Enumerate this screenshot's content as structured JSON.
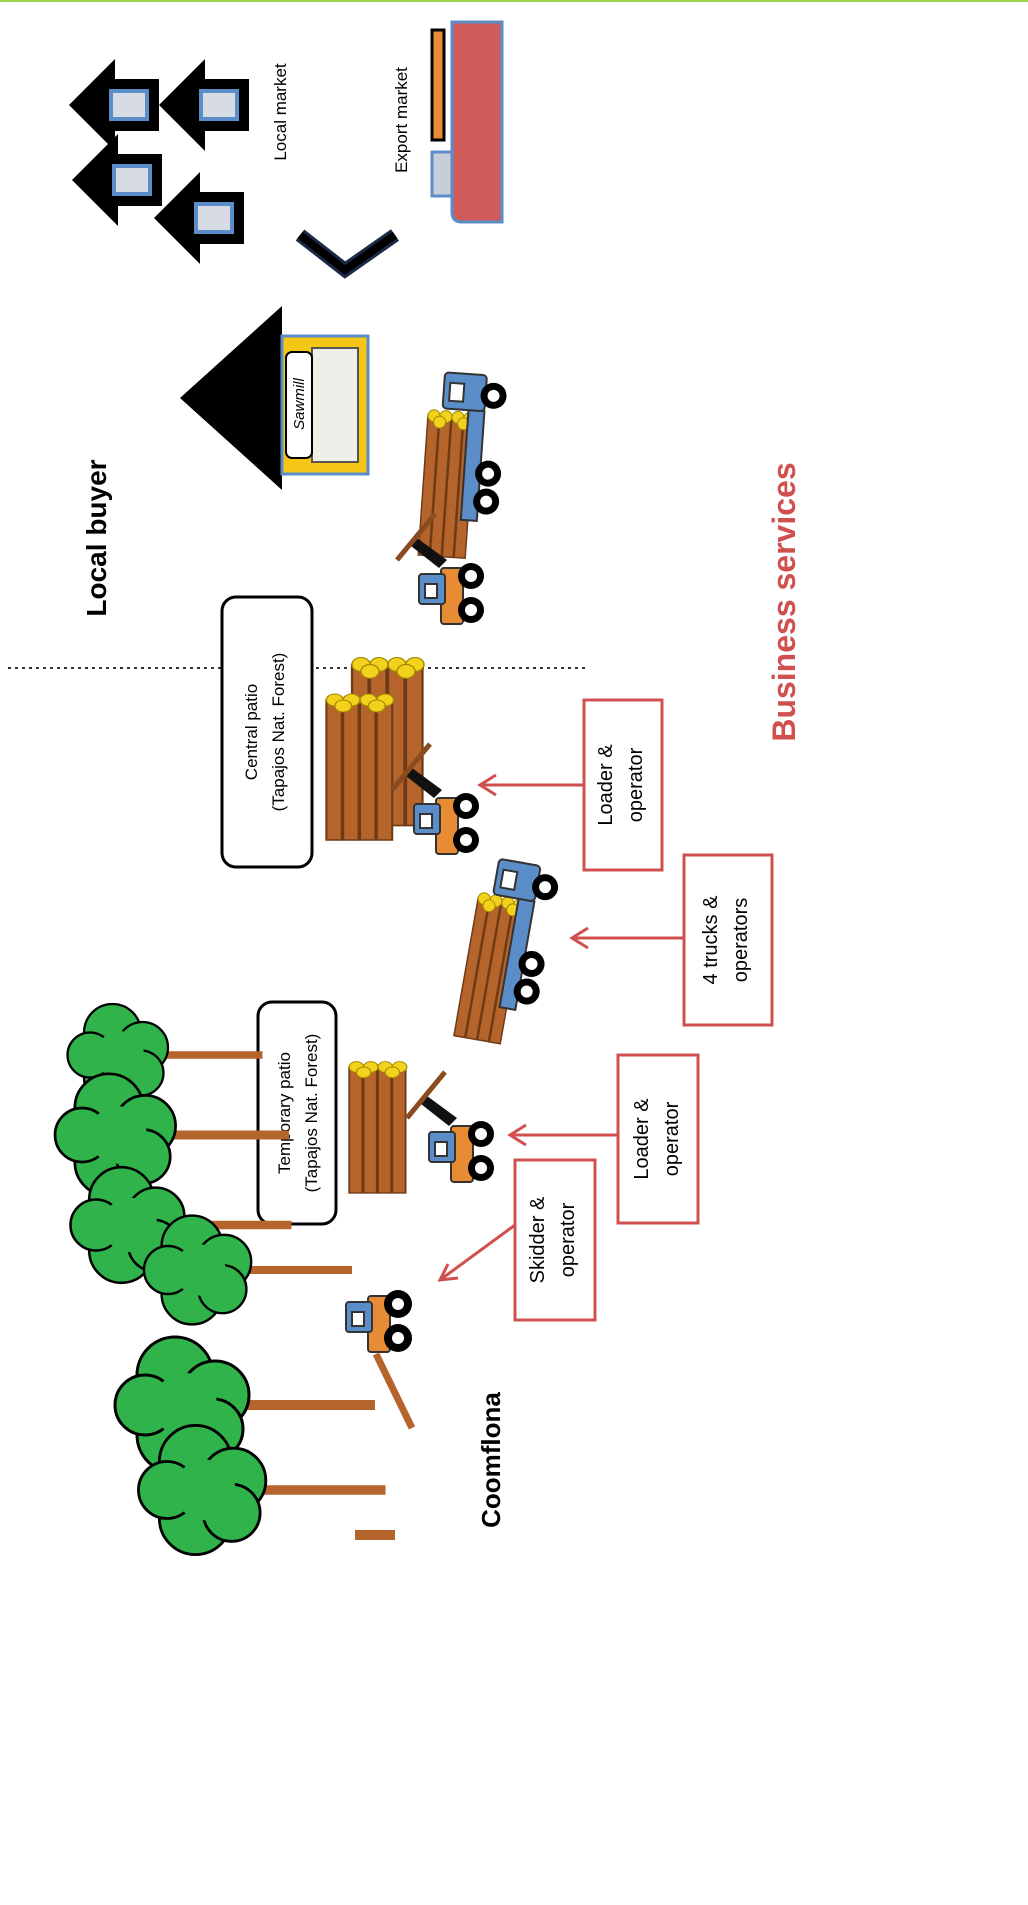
{
  "labels": {
    "local_market": "Local market",
    "export_market": "Export market",
    "sawmill": "Sawmill",
    "local_buyer": "Local buyer",
    "central_patio_line1": "Central patio",
    "central_patio_line2": "(Tapajos Nat. Forest)",
    "temporary_patio_line1": "Temporary patio",
    "temporary_patio_line2": "(Tapajos Nat. Forest)",
    "coomflona": "Coomflona",
    "business_services": "Business services"
  },
  "services": [
    {
      "line1": "Loader &",
      "line2": "operator"
    },
    {
      "line1": "4 trucks &",
      "line2": "operators"
    },
    {
      "line1": "Loader &",
      "line2": "operator"
    },
    {
      "line1": "Skidder &",
      "line2": "operator"
    }
  ],
  "colors": {
    "accent_bar": "#9fd24e",
    "service_red": "#d0504f",
    "tree_green": "#2fb34a",
    "log_brown": "#b5642b",
    "log_end_yellow": "#f2d21d",
    "vehicle_blue": "#5b8dc9",
    "vehicle_orange": "#e88b35",
    "ship_red": "#cf5b5b",
    "sawmill_yellow": "#f5c616"
  },
  "icons": [
    "house-icon",
    "arrow-icon",
    "ship-icon",
    "sawmill-icon",
    "truck-icon",
    "loader-icon",
    "skidder-icon",
    "tree-icon",
    "log-pile-icon"
  ]
}
